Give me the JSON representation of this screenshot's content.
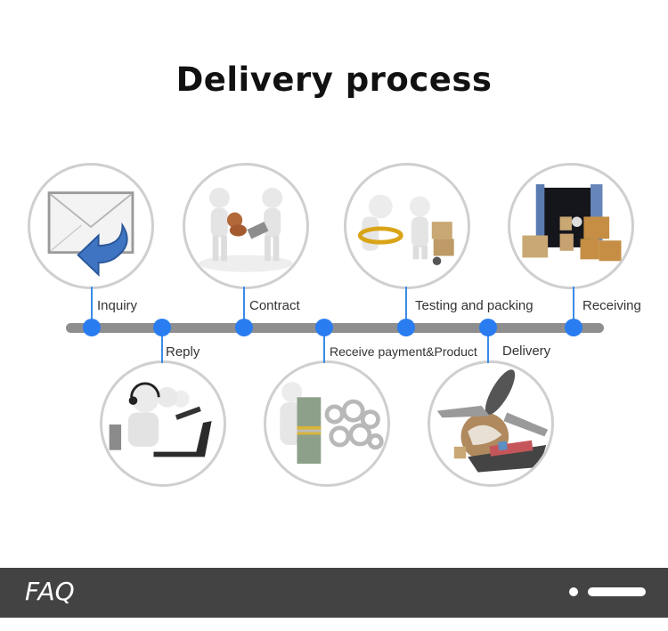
{
  "title": "Delivery process",
  "steps": [
    {
      "label": "Inquiry",
      "icon": "envelope-reply-icon",
      "position": "top"
    },
    {
      "label": "Reply",
      "icon": "customer-service-icon",
      "position": "bottom"
    },
    {
      "label": "Contract",
      "icon": "contract-stamp-icon",
      "position": "top"
    },
    {
      "label": "Receive payment&Product",
      "icon": "payment-gears-icon",
      "position": "bottom"
    },
    {
      "label": "Testing and packing",
      "icon": "testing-packing-icon",
      "position": "top"
    },
    {
      "label": "Delivery",
      "icon": "plane-ship-globe-icon",
      "position": "bottom"
    },
    {
      "label": "Receiving",
      "icon": "container-boxes-icon",
      "position": "top"
    }
  ],
  "footer": {
    "label": "FAQ",
    "pagination": {
      "count": 2,
      "active": 2
    }
  },
  "colors": {
    "accent": "#2a7df0",
    "timeline": "#8e8e8e",
    "footer_bg": "#434343"
  }
}
